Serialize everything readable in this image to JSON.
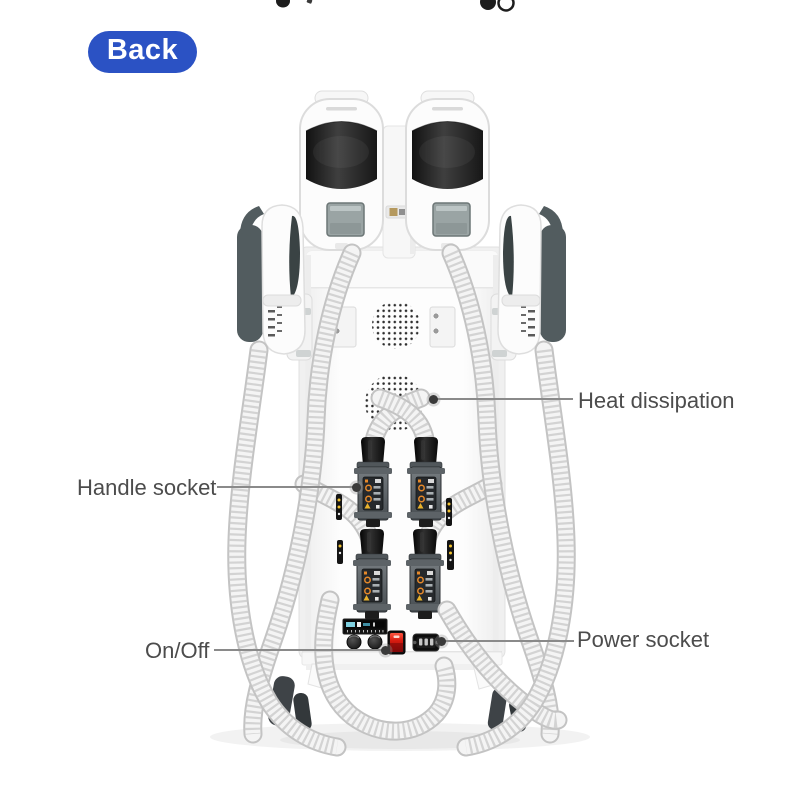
{
  "back_button": {
    "label": "Back"
  },
  "annotations": {
    "heat_dissipation": {
      "label": "Heat dissipation"
    },
    "handle_socket": {
      "label": "Handle socket"
    },
    "on_off": {
      "label": "On/Off"
    },
    "power_socket": {
      "label": "Power socket"
    }
  },
  "colors": {
    "back_button_bg": "#2b52c4",
    "back_button_text": "#ffffff",
    "annotation_text": "#4c4c4c",
    "leader_line": "#8a8a8a",
    "socket_accent_orange": "#e6892a",
    "power_switch_red": "#d81c10",
    "paddle_pad_black": "#1b1b1b",
    "machine_shell_white": "#fbfbfb"
  }
}
